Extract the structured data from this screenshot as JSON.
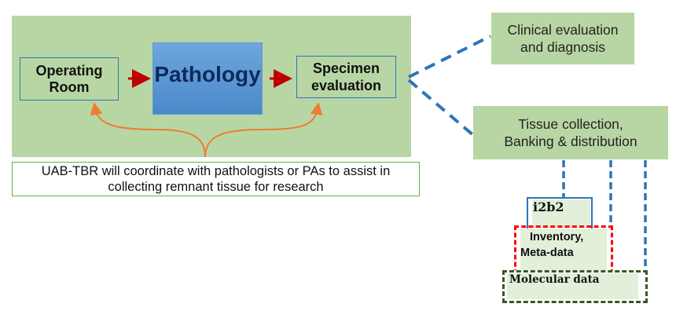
{
  "diagram": {
    "title": "Pathology workflow and tissue research pipeline",
    "colors": {
      "panel_green": "#b8d6a4",
      "box_border_blue": "#2e75b6",
      "pathology_fill": "#5b9bd5",
      "pathology_text": "#0d2a5e",
      "flow_arrow_red": "#c00000",
      "bracket_orange": "#ed7d31",
      "connector_blue": "#2e75b6",
      "inventory_dash_red": "#ff0000",
      "molecular_dash_green": "#385723",
      "light_green_fill": "#e2efd9",
      "note_border_green": "#70ad47"
    },
    "workflow": {
      "operating_room": {
        "line1": "Operating",
        "line2": "Room"
      },
      "pathology": "Pathology",
      "specimen": {
        "line1": "Specimen",
        "line2": "evaluation"
      }
    },
    "note": {
      "line1": "UAB-TBR will coordinate with pathologists or PAs  to assist in",
      "line2": "collecting remnant tissue for research"
    },
    "outcomes": {
      "clinical": {
        "line1": "Clinical evaluation",
        "line2": "and diagnosis"
      },
      "tissue": {
        "line1": "Tissue collection,",
        "line2": "Banking & distribution"
      }
    },
    "data_layers": {
      "i2b2": "i2b2",
      "inventory": {
        "line1": "Inventory,",
        "line2": "Meta-data"
      },
      "molecular": "Molecular data"
    },
    "edges": [
      {
        "from": "operating_room",
        "to": "pathology",
        "style": "solid-arrow"
      },
      {
        "from": "pathology",
        "to": "specimen",
        "style": "solid-arrow"
      },
      {
        "from": "note",
        "to": "operating_room",
        "style": "curved-arrow"
      },
      {
        "from": "note",
        "to": "specimen",
        "style": "curved-arrow"
      },
      {
        "from": "specimen",
        "to": "clinical",
        "style": "dashed"
      },
      {
        "from": "specimen",
        "to": "tissue",
        "style": "dashed"
      },
      {
        "from": "tissue",
        "to": "i2b2",
        "style": "dashed"
      },
      {
        "from": "tissue",
        "to": "inventory",
        "style": "dashed"
      },
      {
        "from": "tissue",
        "to": "molecular",
        "style": "dashed"
      }
    ]
  }
}
